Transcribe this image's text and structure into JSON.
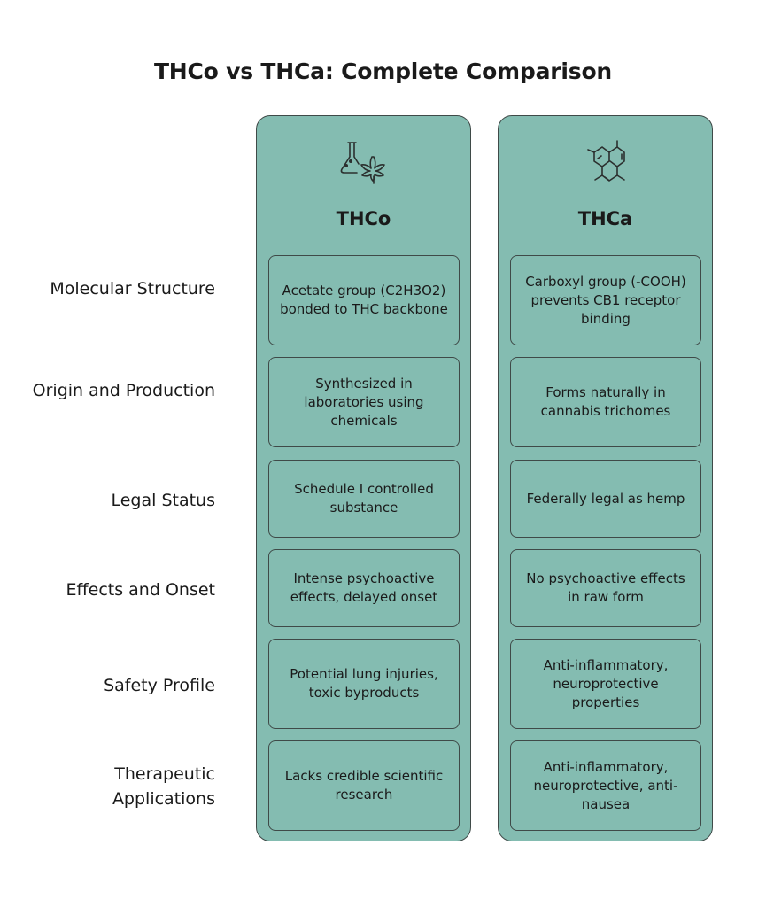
{
  "title": "THCo vs THCa: Complete Comparison",
  "rows": [
    {
      "label": "Molecular Structure",
      "thco": "Acetate group (C2H3O2) bonded to THC backbone",
      "thca": "Carboxyl group (-COOH) prevents CB1 receptor binding"
    },
    {
      "label": "Origin and Production",
      "thco": "Synthesized in laboratories using chemicals",
      "thca": "Forms naturally in cannabis trichomes"
    },
    {
      "label": "Legal Status",
      "thco": "Schedule I controlled substance",
      "thca": "Federally legal as hemp"
    },
    {
      "label": "Effects and Onset",
      "thco": "Intense psychoactive effects, delayed onset",
      "thca": "No psychoactive effects in raw form"
    },
    {
      "label": "Safety Profile",
      "thco": "Potential lung injuries, toxic byproducts",
      "thca": "Anti-inflammatory, neuroprotective properties"
    },
    {
      "label": "Therapeutic Applications",
      "thco": "Lacks credible scientific research",
      "thca": "Anti-inflammatory, neuroprotective, anti-nausea"
    }
  ],
  "columns": {
    "thco": {
      "name": "THCo",
      "icon": "flask-cannabis-icon"
    },
    "thca": {
      "name": "THCa",
      "icon": "molecule-icon"
    }
  },
  "colors": {
    "panel": "#84bcb1",
    "border": "#3f4a48",
    "text": "#1a1a1a"
  }
}
